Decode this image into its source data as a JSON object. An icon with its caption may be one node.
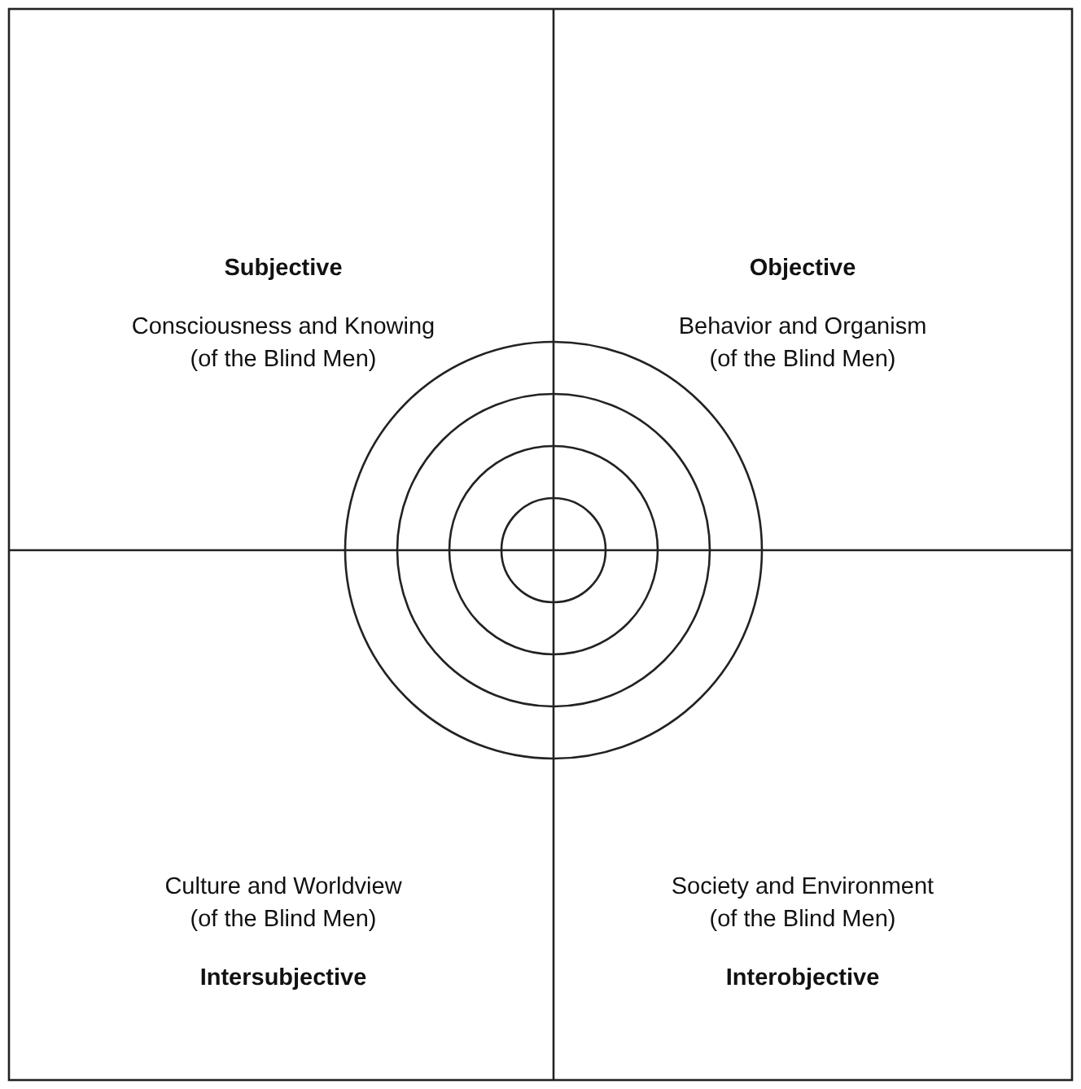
{
  "diagram": {
    "nodes": [
      {
        "text": [
          "Subjective",
          "Consciousness and Knowing (of the Blind Men)"
        ]
      },
      {
        "text": [
          "Objective",
          "Behavior and Organism (of the Blind Men)"
        ]
      },
      {
        "text": [
          "Culture and Worldview (of the Blind Men)",
          "Intersubjective"
        ]
      },
      {
        "text": [
          "Society and Environment (of the Blind Men)",
          "Interobjective"
        ]
      }
    ]
  }
}
